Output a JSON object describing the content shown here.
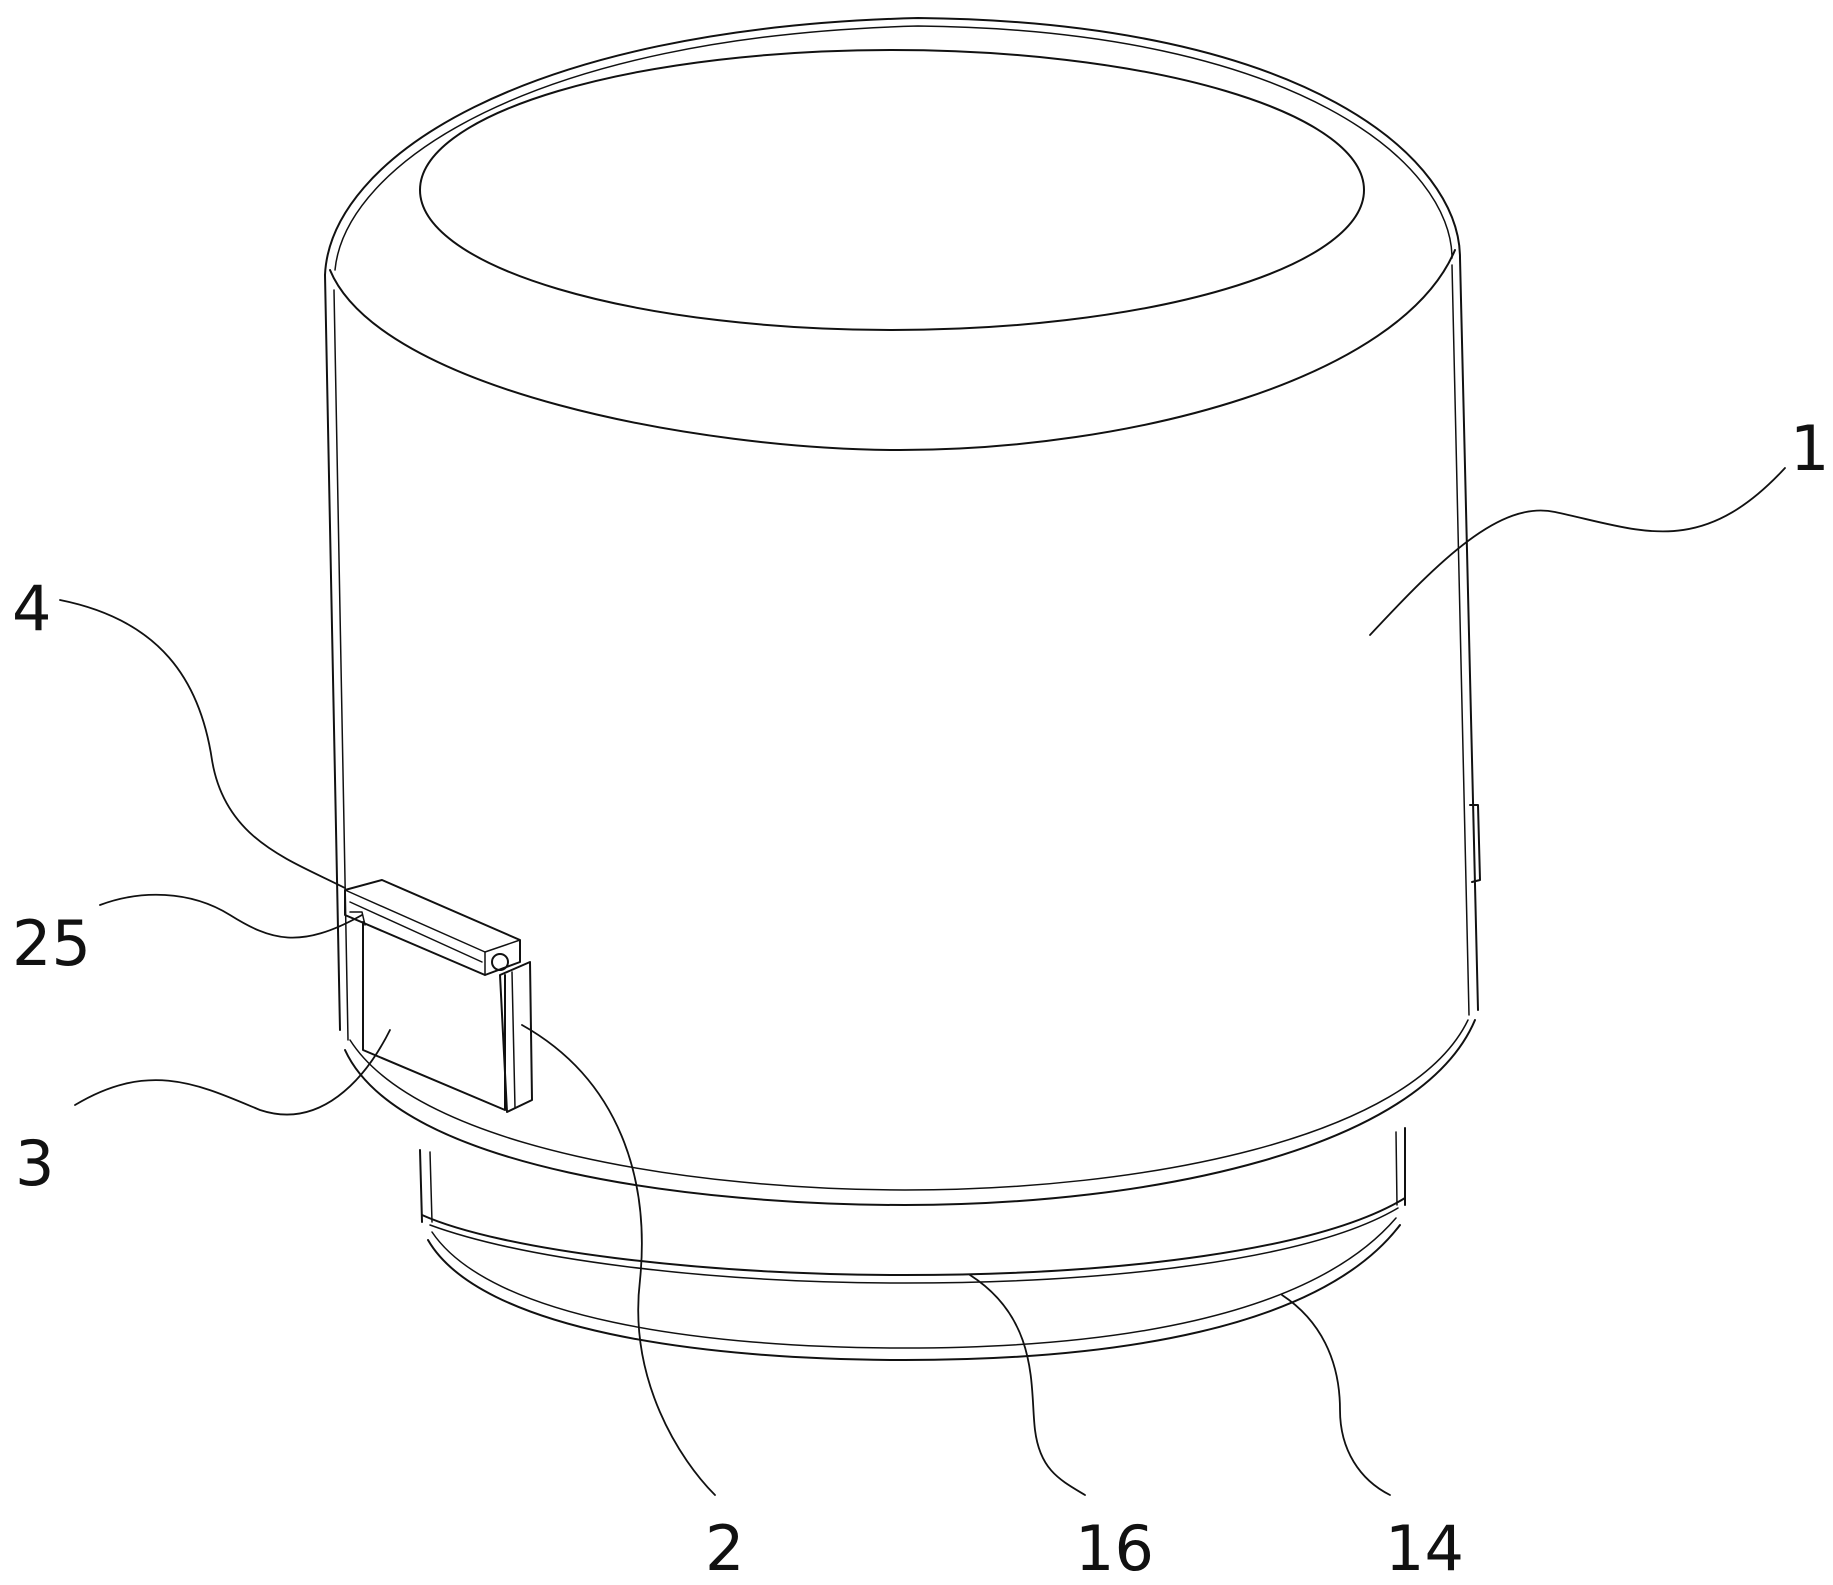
{
  "figure": {
    "callouts": {
      "body": "1",
      "clip_plate": "2",
      "panel": "3",
      "clip_bar": "4",
      "hinge": "25",
      "ring": "14",
      "base": "16"
    }
  }
}
